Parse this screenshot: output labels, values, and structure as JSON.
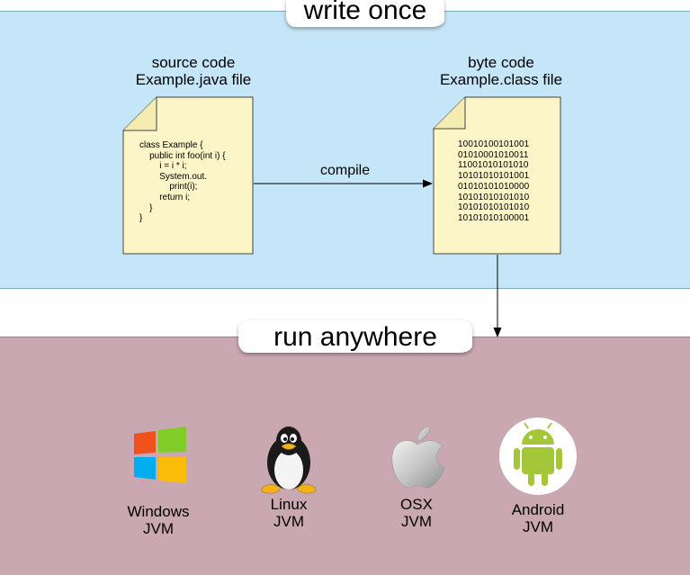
{
  "banners": {
    "top": "write once",
    "bottom": "run anywhere"
  },
  "source": {
    "title": "source code",
    "filename": "Example.java file",
    "code": "class Example {\n    public int foo(int i) {\n        i = i * i;\n        System.out.\n            print(i);\n        return i;\n    }\n}"
  },
  "bytecode": {
    "title": "byte code",
    "filename": "Example.class file",
    "bits": "10010100101001\n01010001010011\n11001010101010\n10101010101001\n01010101010000\n10101010101010\n10101010101010\n10101010100001"
  },
  "compile_label": "compile",
  "platforms": [
    {
      "name": "Windows",
      "runtime": "JVM",
      "icon": "windows-logo-icon"
    },
    {
      "name": "Linux",
      "runtime": "JVM",
      "icon": "tux-penguin-icon"
    },
    {
      "name": "OSX",
      "runtime": "JVM",
      "icon": "apple-logo-icon"
    },
    {
      "name": "Android",
      "runtime": "JVM",
      "icon": "android-robot-icon"
    }
  ],
  "colors": {
    "top_panel": "#c5e6f8",
    "bottom_panel": "#c9a8b1",
    "document_fill": "#fbf5c8"
  }
}
